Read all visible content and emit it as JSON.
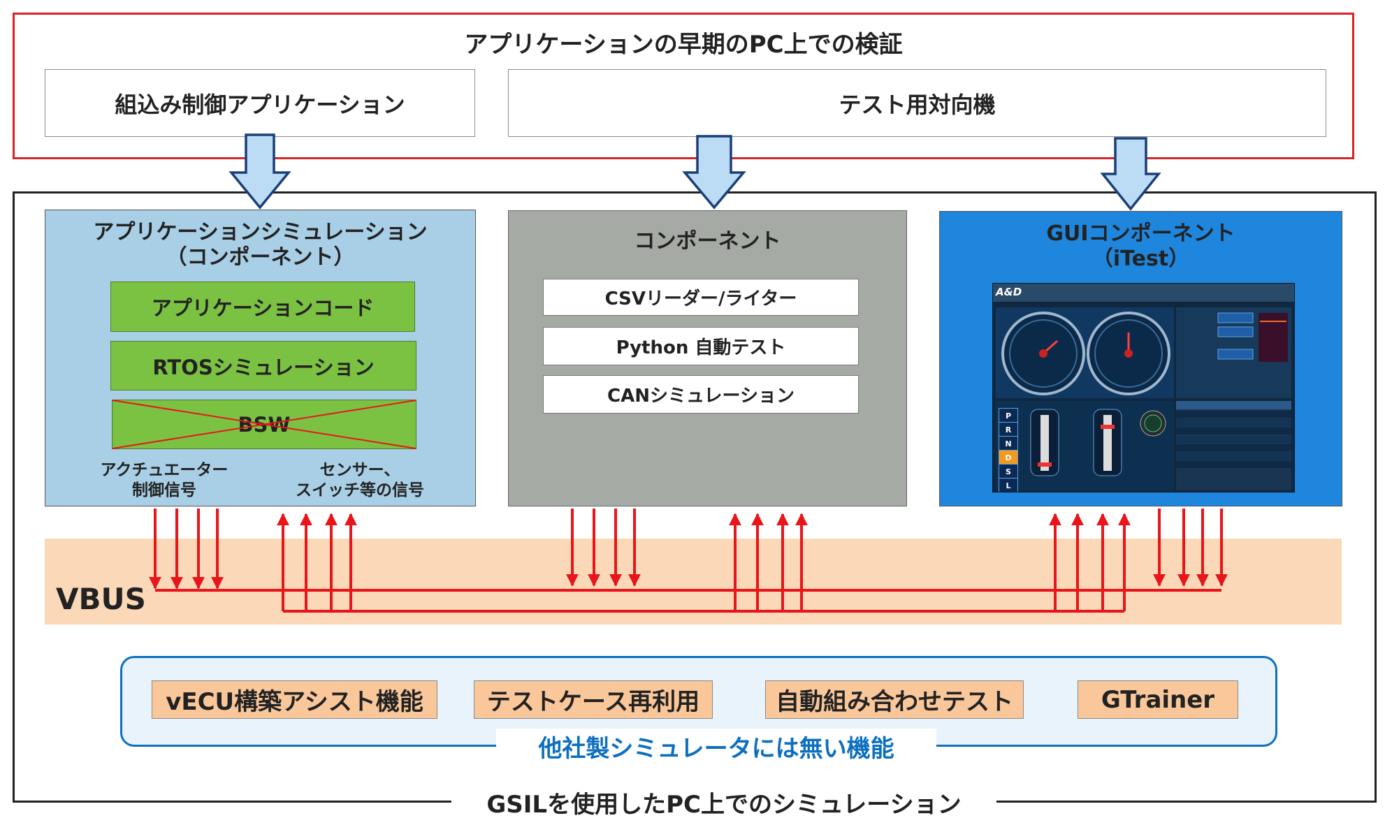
{
  "top": {
    "title": "アプリケーションの早期のPC上での検証",
    "embedded_app": "組込み制御アプリケーション",
    "test_counterpart": "テスト用対向機"
  },
  "bottom": {
    "caption": "GSILを使用したPC上でのシミュレーション"
  },
  "app_panel": {
    "title_line1": "アプリケーションシミュレーション",
    "title_line2": "（コンポーネント）",
    "items": [
      "アプリケーションコード",
      "RTOSシミュレーション",
      "BSW"
    ],
    "actuator_line1": "アクチュエーター",
    "actuator_line2": "制御信号",
    "sensor_line1": "センサー、",
    "sensor_line2": "スイッチ等の信号"
  },
  "component_panel": {
    "title": "コンポーネント",
    "items": [
      "CSVリーダー/ライター",
      "Python 自動テスト",
      "CANシミュレーション"
    ]
  },
  "gui_panel": {
    "title_line1": "GUIコンポーネント",
    "title_line2": "（iTest）",
    "logo": "A&D",
    "gears": [
      "P",
      "R",
      "N",
      "D",
      "S",
      "L"
    ],
    "selected_gear": "D"
  },
  "vbus": {
    "label": "VBUS"
  },
  "unique": {
    "caption": "他社製シミュレータには無い機能",
    "items": [
      "vECU構築アシスト機能",
      "テストケース再利用",
      "自動組み合わせテスト",
      "GTrainer"
    ]
  },
  "colors": {
    "top_frame": "#d8232a",
    "signal_arrows": "#e8151b",
    "app_panel": "#a9cfe6",
    "component_panel": "#a6aaa4",
    "gui_panel": "#1f86dd",
    "green_box": "#7cc242",
    "orange_box": "#f9c79a",
    "vbus_band": "#fbd8b7",
    "accent_blue": "#0c6fc0"
  }
}
